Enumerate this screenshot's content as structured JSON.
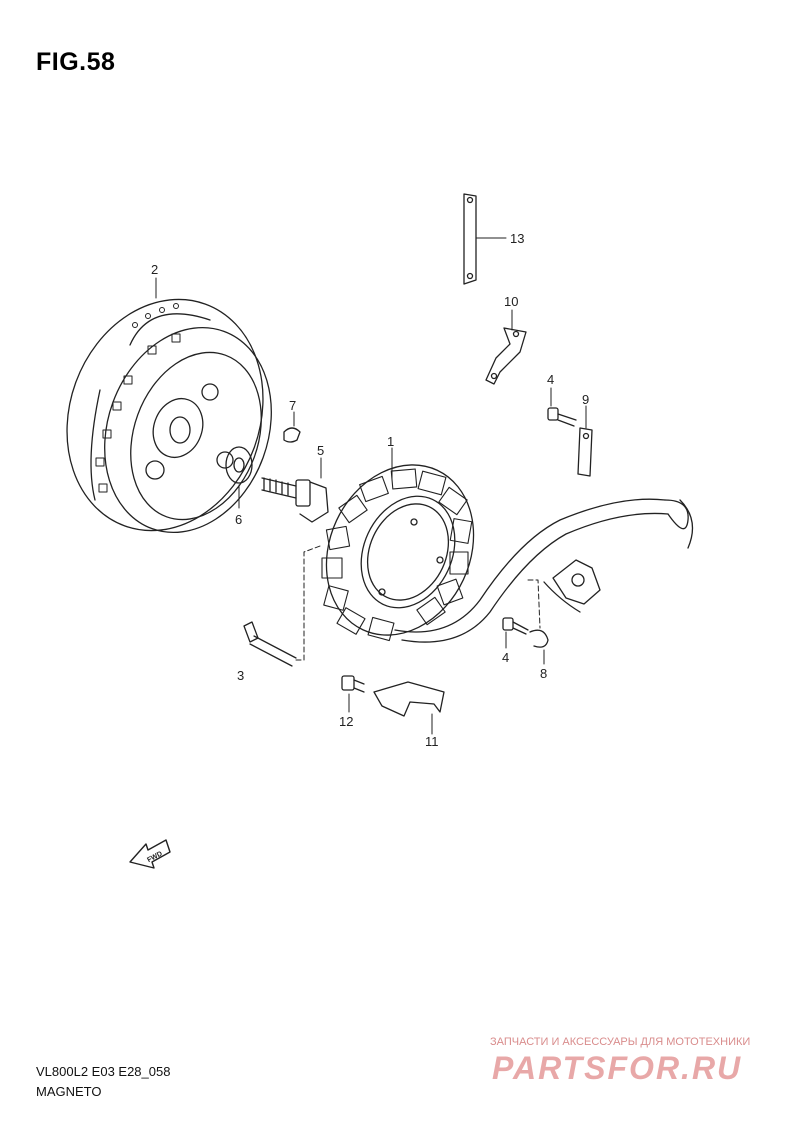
{
  "header": {
    "figure": "FIG.58"
  },
  "parts": [
    {
      "number": "1"
    },
    {
      "number": "2"
    },
    {
      "number": "3"
    },
    {
      "number": "4"
    },
    {
      "number": "4"
    },
    {
      "number": "5"
    },
    {
      "number": "6"
    },
    {
      "number": "7"
    },
    {
      "number": "8"
    },
    {
      "number": "9"
    },
    {
      "number": "10"
    },
    {
      "number": "11"
    },
    {
      "number": "12"
    },
    {
      "number": "13"
    }
  ],
  "icons": {
    "fwd": "FWD"
  },
  "footer": {
    "code": "VL800L2 E03 E28_058",
    "name": "MAGNETO"
  },
  "watermark": {
    "subtitle": "ЗАПЧАСТИ И АКСЕССУАРЫ ДЛЯ МОТОТЕХНИКИ",
    "logo": "PARTSFOR.RU"
  },
  "colors": {
    "ink": "#222222",
    "watermark": "#e8a8a8"
  }
}
